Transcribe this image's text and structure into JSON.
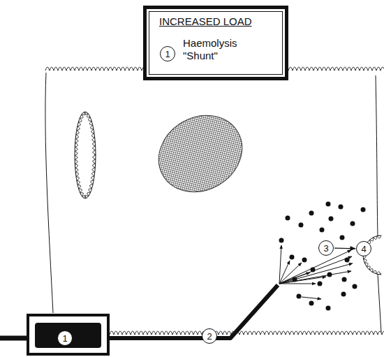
{
  "diagram": {
    "nodes": [
      {
        "text": [
          "INCREASED LOAD",
          "Haemolysis \"Shunt\""
        ]
      },
      {
        "text": [
          "1"
        ],
        "in": 0
      },
      {
        "text": [
          "3"
        ]
      },
      {
        "text": [
          "4"
        ]
      },
      {
        "text": [
          "1"
        ]
      },
      {
        "text": [
          "2"
        ]
      }
    ],
    "edges": [
      {
        "from": 2,
        "to": 3,
        "arrow": "to"
      }
    ]
  }
}
